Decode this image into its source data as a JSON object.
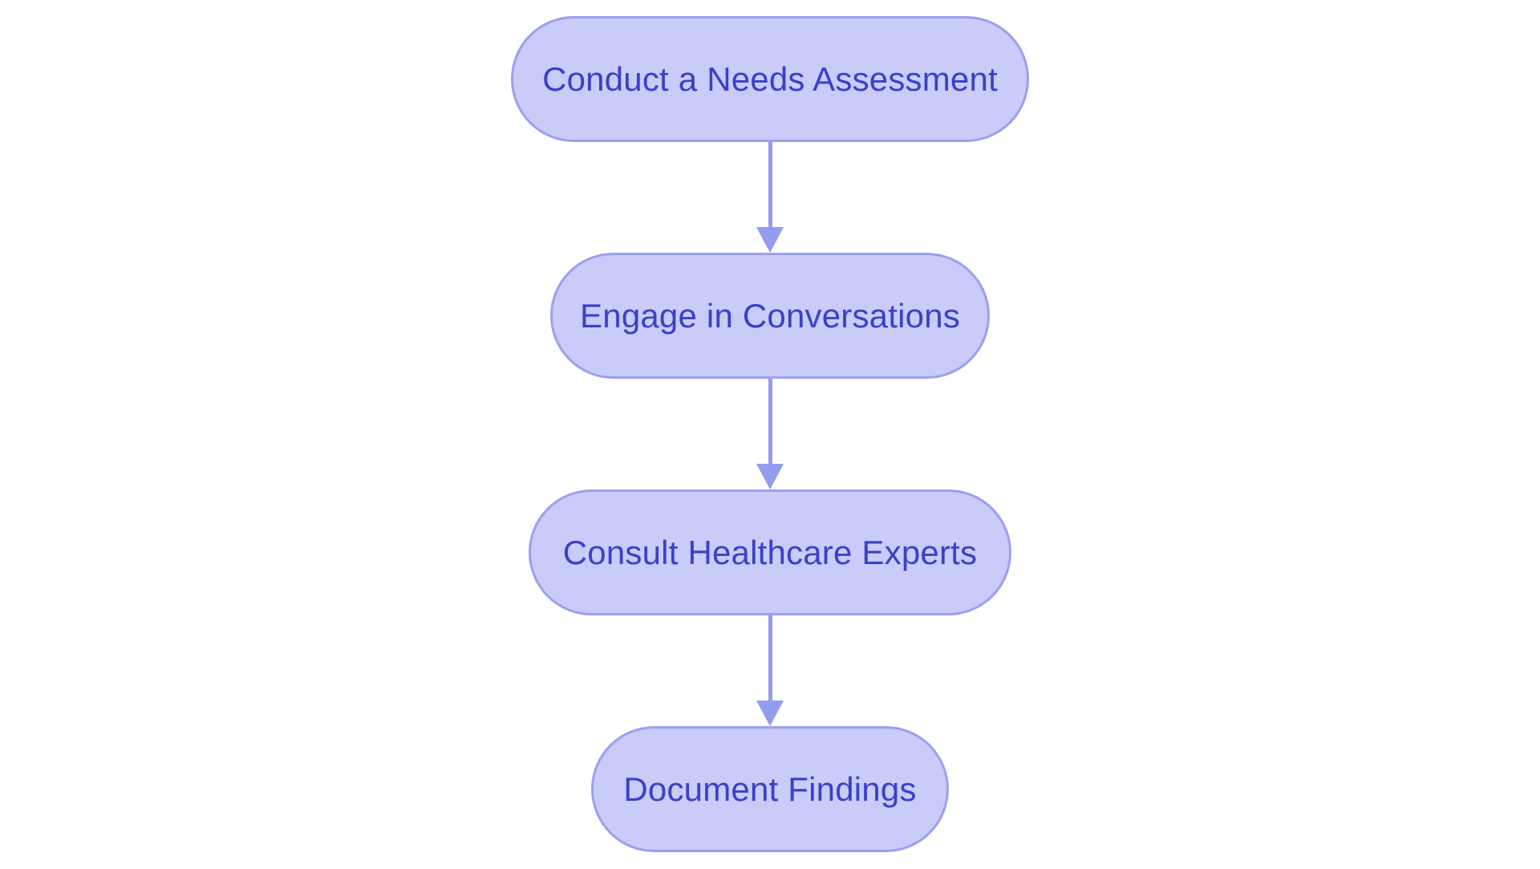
{
  "diagram": {
    "type": "flowchart",
    "direction": "top-down",
    "nodes": [
      {
        "id": "step-1",
        "label": "Conduct a Needs Assessment",
        "shape": "stadium"
      },
      {
        "id": "step-2",
        "label": "Engage in Conversations",
        "shape": "stadium"
      },
      {
        "id": "step-3",
        "label": "Consult Healthcare Experts",
        "shape": "stadium"
      },
      {
        "id": "step-4",
        "label": "Document Findings",
        "shape": "stadium"
      }
    ],
    "edges": [
      {
        "from": "step-1",
        "to": "step-2",
        "style": "arrow-down"
      },
      {
        "from": "step-2",
        "to": "step-3",
        "style": "arrow-down"
      },
      {
        "from": "step-3",
        "to": "step-4",
        "style": "arrow-down"
      }
    ]
  },
  "theme": {
    "background": "#ffffff",
    "node_fill": "#c9cbf8",
    "node_border": "#9aa0ef",
    "node_text": "#3b40c8",
    "arrow_color": "#949cee"
  }
}
